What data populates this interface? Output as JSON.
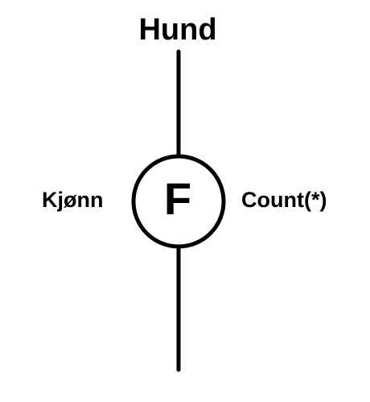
{
  "diagram": {
    "title": "Hund",
    "node_label": "F",
    "left_label": "Kjønn",
    "right_label": "Count(*)",
    "line_color": "#000000",
    "node_fill": "#ffffff"
  }
}
